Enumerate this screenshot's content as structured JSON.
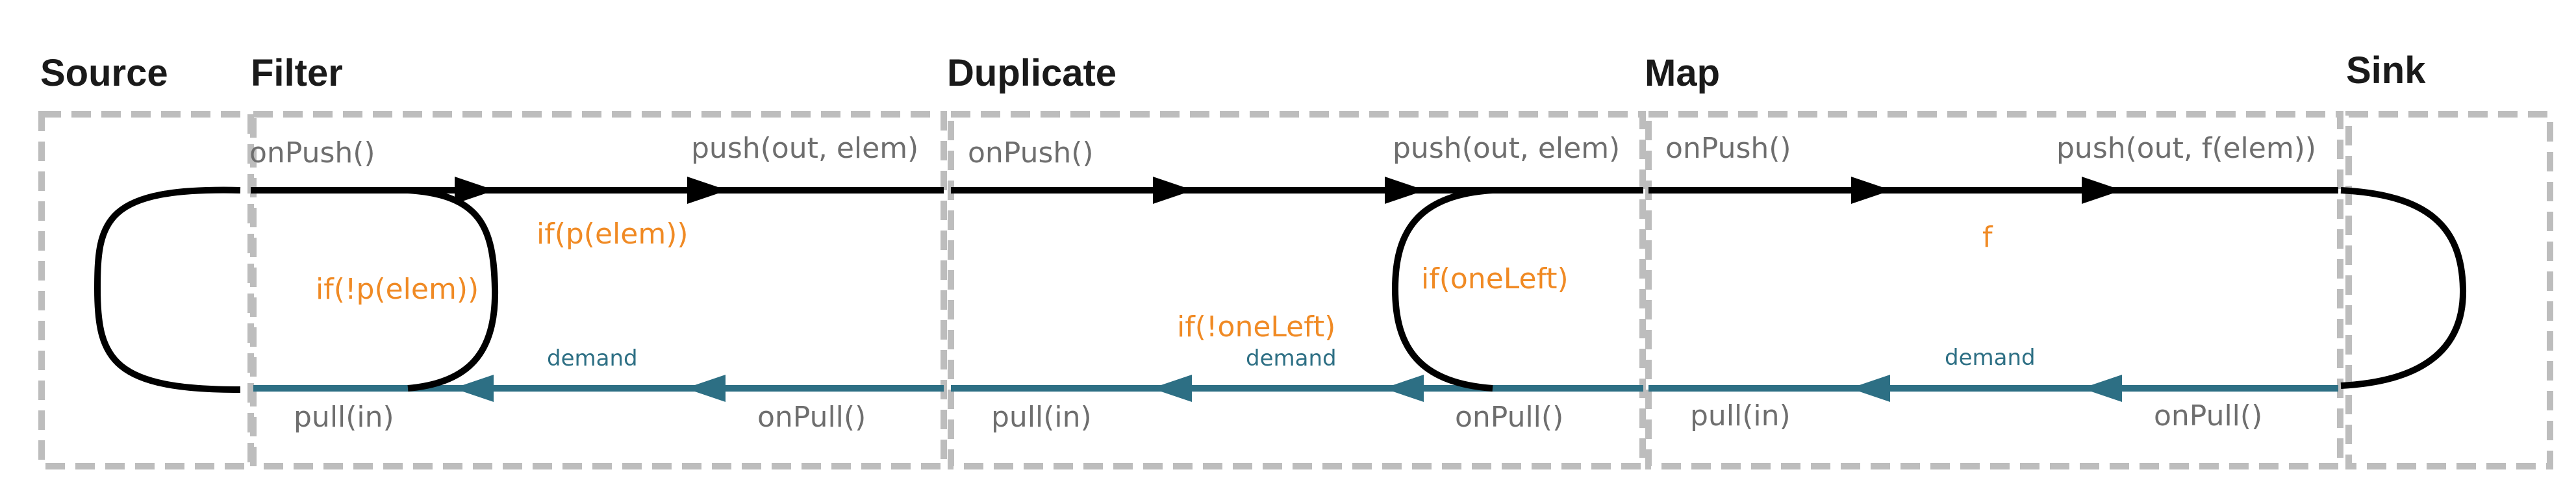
{
  "stages": {
    "source": {
      "title": "Source"
    },
    "filter": {
      "title": "Filter",
      "on_push": "onPush()",
      "push": "push(out, elem)",
      "cond_pass": "if(p(elem))",
      "cond_drop": "if(!p(elem))",
      "demand": "demand",
      "pull": "pull(in)",
      "on_pull": "onPull()"
    },
    "duplicate": {
      "title": "Duplicate",
      "on_push": "onPush()",
      "push": "push(out, elem)",
      "cond_one_left": "if(oneLeft)",
      "cond_not_one_left": "if(!oneLeft)",
      "demand": "demand",
      "pull": "pull(in)",
      "on_pull": "onPull()"
    },
    "map": {
      "title": "Map",
      "on_push": "onPush()",
      "push": "push(out, f(elem))",
      "cond_f": "f",
      "demand": "demand",
      "pull": "pull(in)",
      "on_pull": "onPull()"
    },
    "sink": {
      "title": "Sink"
    }
  },
  "colors": {
    "push_flow": "#000000",
    "pull_flow": "#2d6f84",
    "condition_text": "#f08a24",
    "handler_text": "#6e6e6e",
    "stage_border": "#bdbdbd"
  }
}
